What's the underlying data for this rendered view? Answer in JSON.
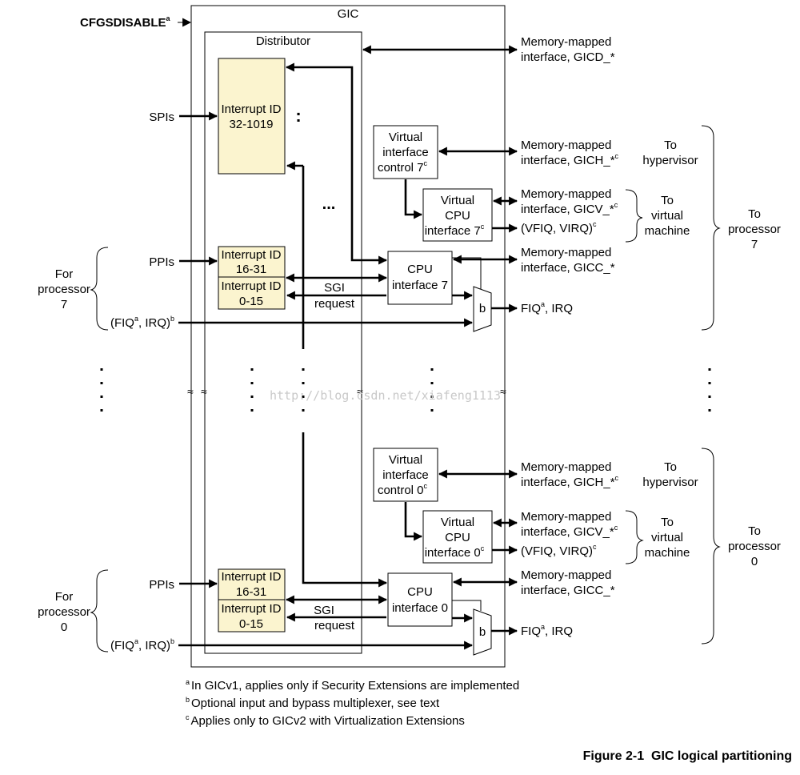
{
  "gic_label": "GIC",
  "distributor_label": "Distributor",
  "cfgsdisable": {
    "text": "CFGSDISABLE",
    "sup": "a"
  },
  "spis_label": "SPIs",
  "ppis_label": "PPIs",
  "interrupt_spi": {
    "line1": "Interrupt ID",
    "line2": "32-1019"
  },
  "interrupt_ppi": {
    "line1": "Interrupt ID",
    "line2": "16-31"
  },
  "interrupt_sgi": {
    "line1": "Interrupt ID",
    "line2": "0-15"
  },
  "sgi_request": {
    "line1": "SGI",
    "line2": "request"
  },
  "gicd": {
    "line1": "Memory-mapped",
    "line2": "interface, GICD_*"
  },
  "vertical_ellipsis": ":",
  "horizontal_ellipsis": "...",
  "proc7": {
    "vic": {
      "line1": "Virtual",
      "line2": "interface",
      "line3": "control 7",
      "sup": "c"
    },
    "vcpu": {
      "line1": "Virtual",
      "line2": "CPU",
      "line3": "interface 7",
      "sup": "c"
    },
    "cpu": {
      "line1": "CPU",
      "line2": "interface 7"
    },
    "gich": {
      "line1": "Memory-mapped",
      "line2": "interface, GICH_*",
      "sup": "c"
    },
    "gicv": {
      "line1": "Memory-mapped",
      "line2": "interface, GICV_*",
      "sup": "c"
    },
    "vfiq": {
      "text": "(VFIQ, VIRQ)",
      "sup": "c"
    },
    "gicc": {
      "line1": "Memory-mapped",
      "line2": "interface, GICC_*"
    },
    "fiq_out": {
      "pre": "FIQ",
      "sup": "a",
      "post": ", IRQ"
    },
    "fiq_in": {
      "pre": "(FIQ",
      "sup1": "a",
      "mid": ", IRQ)",
      "sup2": "b"
    },
    "to_hypervisor": {
      "line1": "To",
      "line2": "hypervisor"
    },
    "to_vm": {
      "line1": "To",
      "line2": "virtual",
      "line3": "machine"
    },
    "to_processor": {
      "line1": "To",
      "line2": "processor",
      "line3": "7"
    },
    "for_processor": {
      "line1": "For",
      "line2": "processor",
      "line3": "7"
    }
  },
  "proc0": {
    "vic": {
      "line1": "Virtual",
      "line2": "interface",
      "line3": "control 0",
      "sup": "c"
    },
    "vcpu": {
      "line1": "Virtual",
      "line2": "CPU",
      "line3": "interface 0",
      "sup": "c"
    },
    "cpu": {
      "line1": "CPU",
      "line2": "interface 0"
    },
    "gich": {
      "line1": "Memory-mapped",
      "line2": "interface, GICH_*",
      "sup": "c"
    },
    "gicv": {
      "line1": "Memory-mapped",
      "line2": "interface, GICV_*",
      "sup": "c"
    },
    "vfiq": {
      "text": "(VFIQ, VIRQ)",
      "sup": "c"
    },
    "gicc": {
      "line1": "Memory-mapped",
      "line2": "interface, GICC_*"
    },
    "fiq_out": {
      "pre": "FIQ",
      "sup": "a",
      "post": ", IRQ"
    },
    "fiq_in": {
      "pre": "(FIQ",
      "sup1": "a",
      "mid": ", IRQ)",
      "sup2": "b"
    },
    "to_hypervisor": {
      "line1": "To",
      "line2": "hypervisor"
    },
    "to_vm": {
      "line1": "To",
      "line2": "virtual",
      "line3": "machine"
    },
    "to_processor": {
      "line1": "To",
      "line2": "processor",
      "line3": "0"
    },
    "for_processor": {
      "line1": "For",
      "line2": "processor",
      "line3": "0"
    }
  },
  "mux_label": "b",
  "break_mark": "≈",
  "footnotes": [
    {
      "sup": "a",
      "text": "In GICv1, applies only if Security Extensions are implemented"
    },
    {
      "sup": "b",
      "text": "Optional input and bypass multiplexer, see text"
    },
    {
      "sup": "c",
      "text": "Applies only to GICv2 with Virtualization Extensions"
    }
  ],
  "figure_caption": "Figure 2-1  GIC logical partitioning",
  "watermark": "http://blog.csdn.net/xiafeng1113"
}
